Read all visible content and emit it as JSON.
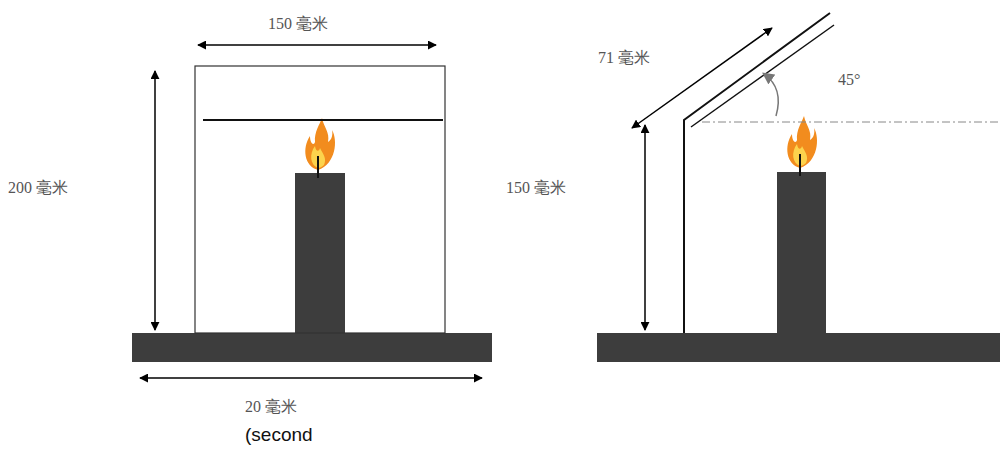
{
  "diagram": {
    "labels": [
      "150 毫米",
      "200 毫米",
      "20 毫米",
      "(second",
      "71 毫米",
      "45°",
      "150 毫米"
    ]
  }
}
